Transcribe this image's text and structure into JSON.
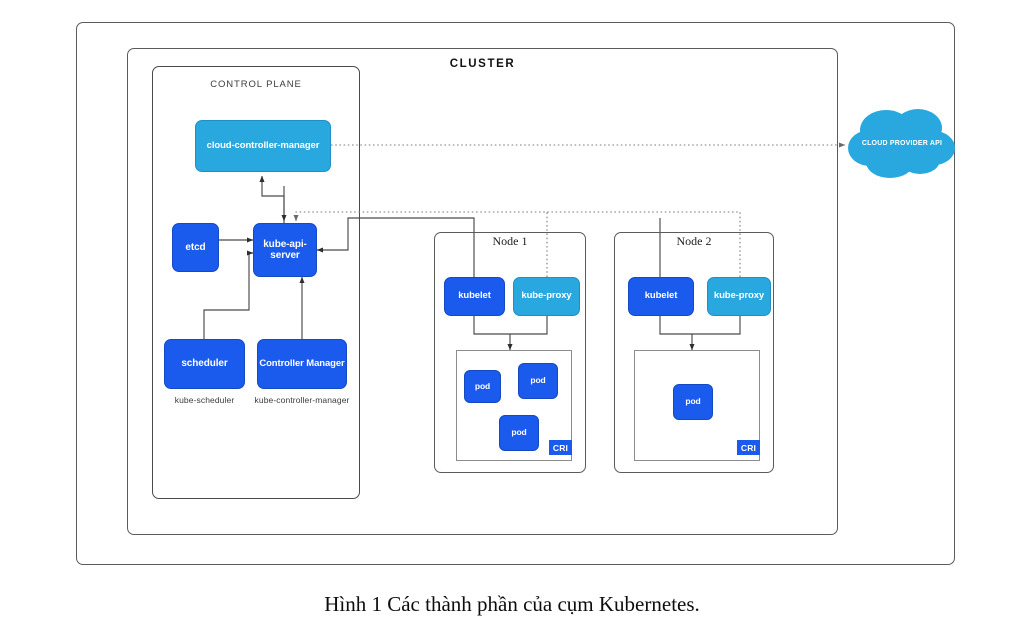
{
  "figure": {
    "caption": "Hình 1 Các thành phần của cụm Kubernetes."
  },
  "diagram": {
    "cluster_label": "CLUSTER",
    "control_plane_label": "CONTROL PLANE",
    "colors": {
      "dark_blue": "#1a5aed",
      "light_blue": "#29a8e0",
      "frame_stroke": "#5b5b5b",
      "connector": "#4a4a4a"
    },
    "control_plane": {
      "components": [
        {
          "id": "cloud-controller-manager",
          "label": "cloud-controller-manager",
          "style": "light"
        },
        {
          "id": "etcd",
          "label": "etcd",
          "style": "dark"
        },
        {
          "id": "kube-api-server",
          "label": "kube-api-server",
          "style": "dark"
        },
        {
          "id": "scheduler",
          "label": "scheduler",
          "style": "dark",
          "sublabel": "kube-scheduler"
        },
        {
          "id": "controller-manager",
          "label": "Controller Manager",
          "style": "dark",
          "sublabel": "kube-controller-manager"
        }
      ]
    },
    "nodes": [
      {
        "id": "node-1",
        "title": "Node 1",
        "kubelet_label": "kubelet",
        "kube_proxy_label": "kube-proxy",
        "cri_label": "CRI",
        "pods": [
          {
            "label": "pod"
          },
          {
            "label": "pod"
          },
          {
            "label": "pod"
          }
        ]
      },
      {
        "id": "node-2",
        "title": "Node 2",
        "kubelet_label": "kubelet",
        "kube_proxy_label": "kube-proxy",
        "cri_label": "CRI",
        "pods": [
          {
            "label": "pod"
          }
        ]
      }
    ],
    "external": {
      "cloud_provider_label": "CLOUD PROVIDER API"
    }
  }
}
